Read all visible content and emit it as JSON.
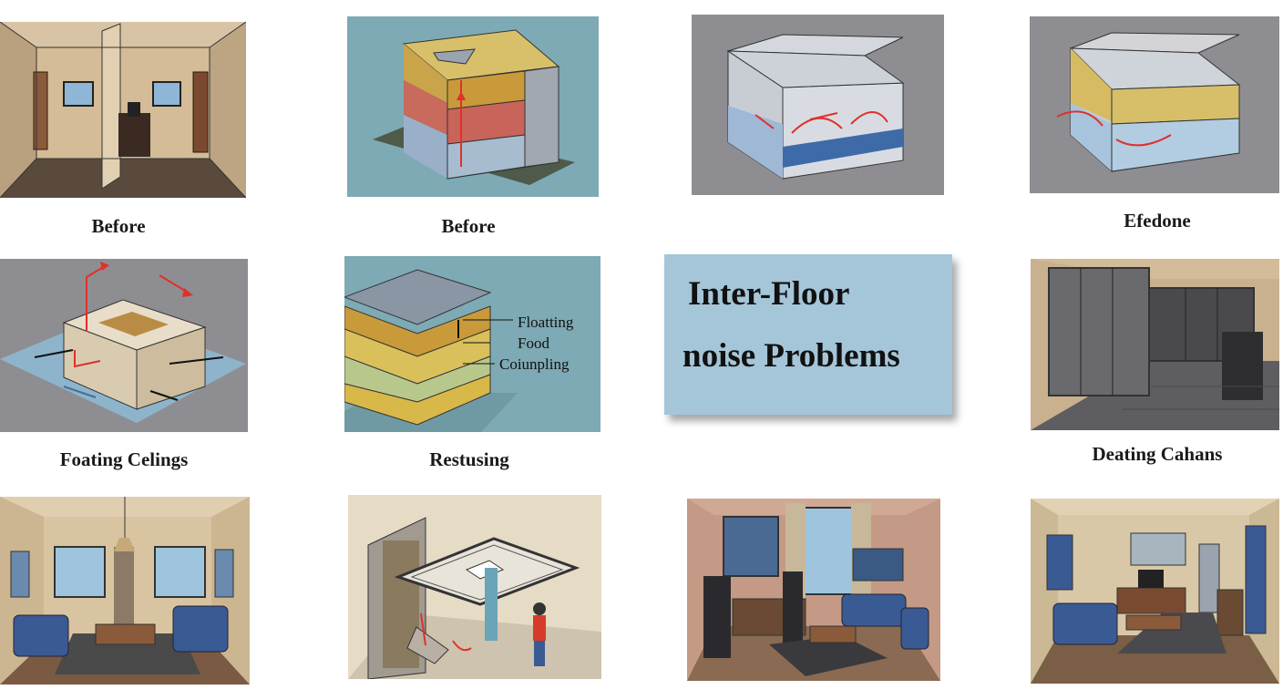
{
  "captions": {
    "p1": "Before",
    "p2": "Before",
    "p4": "Efedone",
    "p5": "Foating Celings",
    "p6": "Restusing",
    "p8": "Deating Cahans"
  },
  "title": {
    "line1": "Inter-Floor",
    "line2": "noise Problems"
  },
  "callouts": [
    "Floatting",
    "Food",
    "Coiunpling"
  ],
  "colors": {
    "title_card": "#a5c6d8",
    "arrow": "#e0302a",
    "sofa": "#3a5a94",
    "panel_gray": "#8e8e92",
    "panel_teal": "#7daab4"
  }
}
